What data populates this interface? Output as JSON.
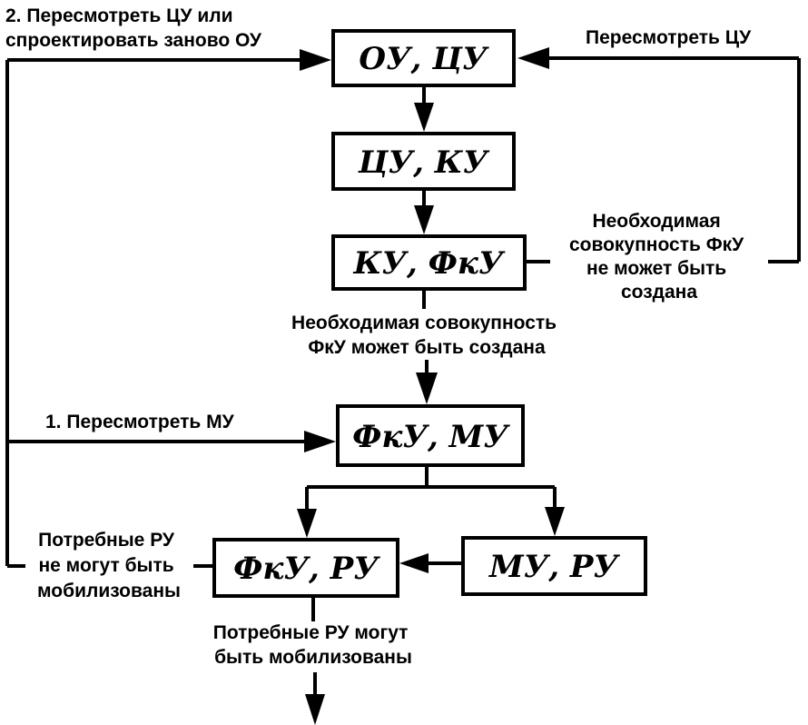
{
  "boxes": {
    "ou_cu": "ОУ, ЦУ",
    "cu_ku": "ЦУ, КУ",
    "ku_fku": "КУ, ФкУ",
    "fku_mu": "ФкУ, МУ",
    "fku_ru": "ФкУ, РУ",
    "mu_ru": "МУ, РУ"
  },
  "labels": {
    "revise_cu_or_redesign": [
      "2. Пересмотреть ЦУ или",
      "спроектировать заново ОУ"
    ],
    "revise_cu": "Пересмотреть ЦУ",
    "fku_cannot_be_created": [
      "Необходимая",
      "совокупность ФкУ",
      "не может быть",
      "создана"
    ],
    "fku_can_be_created": [
      "Необходимая совокупность",
      "ФкУ может быть создана"
    ],
    "revise_mu": "1. Пересмотреть МУ",
    "ru_cannot_be_mobilized": [
      "Потребные РУ",
      "не могут быть",
      "мобилизованы"
    ],
    "ru_can_be_mobilized": [
      "Потребные РУ могут",
      "быть мобилизованы"
    ]
  }
}
